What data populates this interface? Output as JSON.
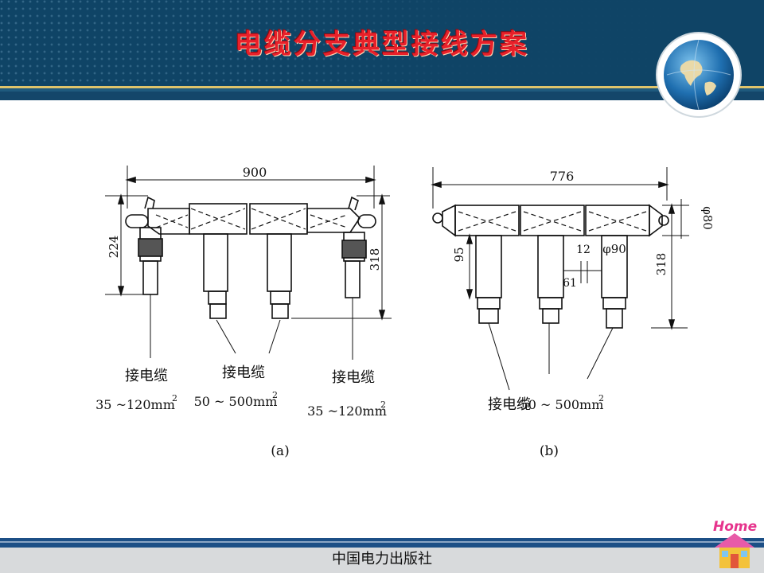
{
  "slide": {
    "title": "电缆分支典型接线方案",
    "publisher": "中国电力出版社",
    "home_label": "Home",
    "globe_icon": "globe-icon",
    "home_icon": "house-icon"
  },
  "figure": {
    "a": {
      "caption": "(a)",
      "dim_width": "900",
      "dim_left_height": "224",
      "dim_right_height": "318",
      "labels": [
        {
          "name": "接电缆",
          "spec": "35 ~120mm",
          "sup": "2"
        },
        {
          "name": "接电缆",
          "spec": "50 ~ 500mm",
          "sup": "2"
        },
        {
          "name": "接电缆",
          "spec": "35 ~120mm",
          "sup": "2"
        }
      ]
    },
    "b": {
      "caption": "(b)",
      "dim_width": "776",
      "dim_diameter_top": "φ80",
      "dim_diameter_body": "φ90",
      "dim_gap": "12",
      "dim_gap2": "61",
      "dim_left_height": "95",
      "dim_right_height": "318",
      "label": {
        "name": "接电缆",
        "spec": "50 ~ 500mm",
        "sup": "2"
      }
    }
  }
}
